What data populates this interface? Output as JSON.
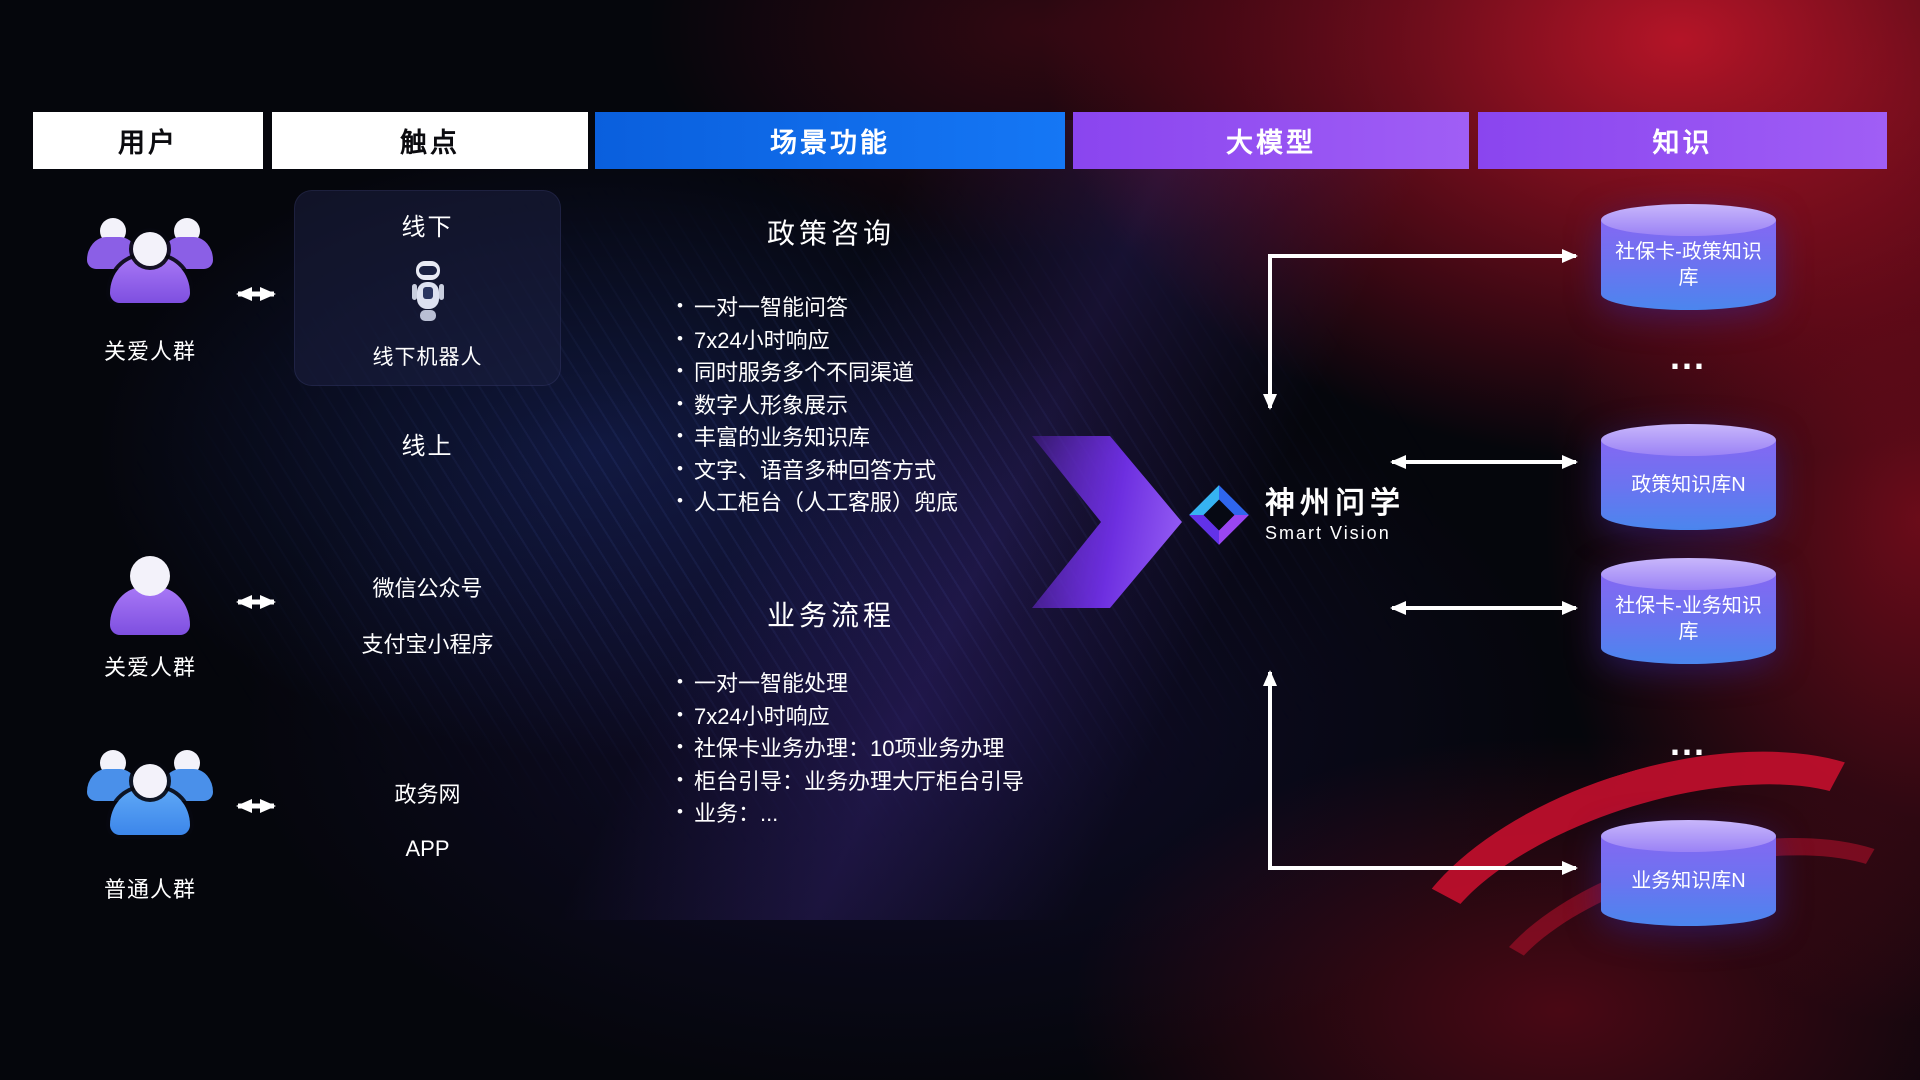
{
  "headers": [
    "用户",
    "触点",
    "场景功能",
    "大模型",
    "知识"
  ],
  "users": [
    {
      "label": "关爱人群"
    },
    {
      "label": "关爱人群"
    },
    {
      "label": "普通人群"
    }
  ],
  "touchpoints": {
    "offline_title": "线下",
    "robot_label": "线下机器人",
    "online_title": "线上",
    "channel_wechat": "微信公众号",
    "channel_alipay": "支付宝小程序",
    "channel_gov": "政务网",
    "channel_app": "APP"
  },
  "scenes": [
    {
      "title": "政策咨询",
      "bullets": [
        "一对一智能问答",
        "7x24小时响应",
        "同时服务多个不同渠道",
        "数字人形象展示",
        "丰富的业务知识库",
        "文字、语音多种回答方式",
        "人工柜台（人工客服）兜底"
      ]
    },
    {
      "title": "业务流程",
      "bullets": [
        "一对一智能处理",
        "7x24小时响应",
        "社保卡业务办理：10项业务办理",
        "柜台引导：业务办理大厅柜台引导",
        "业务：..."
      ]
    }
  ],
  "model": {
    "name": "神州问学",
    "subtitle": "Smart Vision"
  },
  "knowledge": {
    "db1": "社保卡-政策知识库",
    "ellipsis1": "...",
    "db2": "政策知识库N",
    "db3": "社保卡-业务知识库",
    "ellipsis2": "...",
    "db4": "业务知识库N"
  },
  "colors": {
    "header_blue": "#1577f5",
    "header_purple": "#9a55f0",
    "accent_purple": "#7c3aed",
    "people_purple": "#9b6df2",
    "people_blue": "#55a0f5",
    "cylinder_top": "#b3a1f8",
    "cylinder_bottom": "#4b86ee",
    "background_red": "#c01030"
  }
}
